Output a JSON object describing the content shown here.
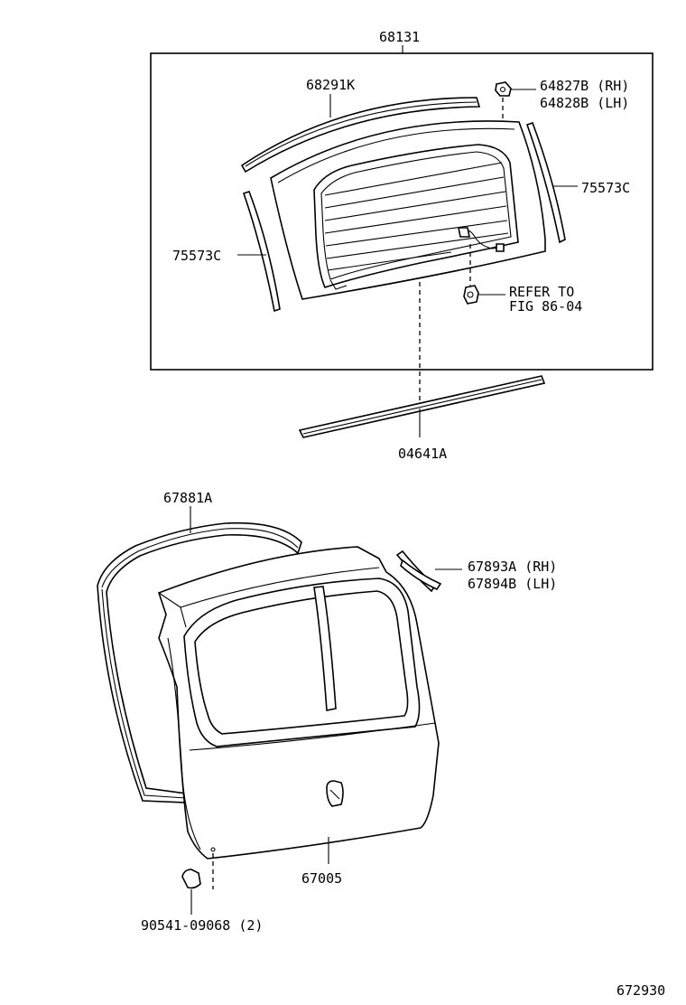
{
  "diagram": {
    "drawing_number": "672930",
    "parts": {
      "window_assembly": "68131",
      "upper_molding": "68291K",
      "clip_rh": "64827B (RH)",
      "clip_lh": "64828B (LH)",
      "side_molding_right": "75573C",
      "side_molding_left": "75573C",
      "refer_line1": "REFER TO",
      "refer_line2": "FIG 86-04",
      "lower_molding": "04641A",
      "weatherstrip": "67881A",
      "cover_rh": "67893A (RH)",
      "cover_lh": "67894B (LH)",
      "back_door_panel": "67005",
      "bolt": "90541-09068 (2)"
    }
  }
}
